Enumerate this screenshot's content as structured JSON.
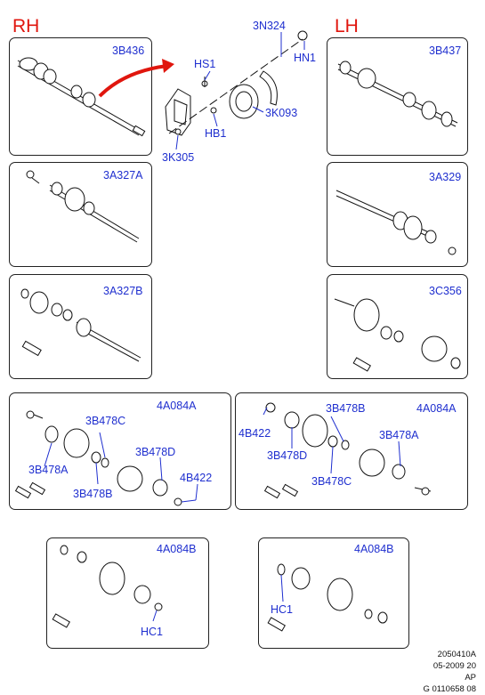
{
  "sides": {
    "rh": "RH",
    "lh": "LH"
  },
  "callouts": {
    "b3b436": "3B436",
    "b3b437": "3B437",
    "b3n324": "3N324",
    "hn1": "HN1",
    "hs1": "HS1",
    "hb1": "HB1",
    "b3k093": "3K093",
    "b3k305": "3K305",
    "b3a327a": "3A327A",
    "b3a329": "3A329",
    "b3a327b": "3A327B",
    "b3c356": "3C356",
    "p4a084a_left": {
      "title": "4A084A",
      "c1": "3B478C",
      "c2": "3B478A",
      "c3": "3B478D",
      "c4": "4B422",
      "c5": "3B478B"
    },
    "p4a084a_right": {
      "title": "4A084A",
      "c1": "3B478B",
      "c2": "4B422",
      "c3": "3B478D",
      "c4": "3B478A",
      "c5": "3B478C"
    },
    "p4a084b_left": {
      "title": "4A084B",
      "c1": "HC1"
    },
    "p4a084b_right": {
      "title": "4A084B",
      "c1": "HC1"
    }
  },
  "footer": {
    "line1": "2050410A",
    "line2": "05-2009 20",
    "line3": "AP",
    "line4": "G 0110658 08"
  },
  "colors": {
    "label": "#1f2fcf",
    "side": "#e0160e",
    "arrow": "#e0160e"
  }
}
